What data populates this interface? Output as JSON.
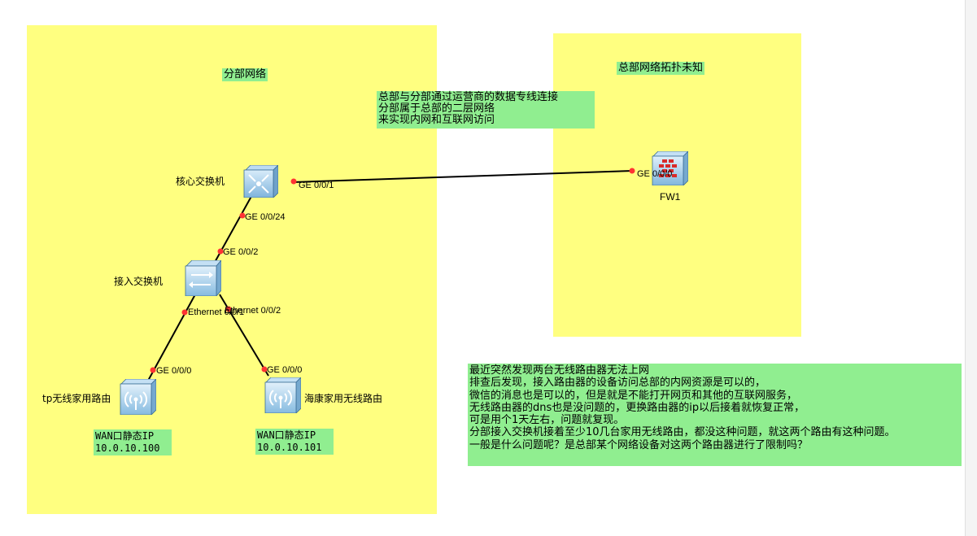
{
  "zones": {
    "branch_title": "分部网络",
    "hq_title": "总部网络拓扑未知"
  },
  "notes": {
    "link_note": "总部与分部通过运营商的数据专线连接\n分部属于总部的二层网络\n来实现内网和互联网访问",
    "problem_note": "最近突然发现两台无线路由器无法上网\n排查后发现，接入路由器的设备访问总部的内网资源是可以的，\n微信的消息也是可以的，但是就是不能打开网页和其他的互联网服务，\n无线路由器的dns也是没问题的，更换路由器的ip以后接着就恢复正常，\n可是用个1天左右，问题就复现。\n分部接入交换机接着至少10几台家用无线路由，都没这种问题，就这两个路由有这种问题。\n一般是什么问题呢？是总部某个网络设备对这两个路由器进行了限制吗？"
  },
  "devices": {
    "core_switch": "核心交换机",
    "access_switch": "接入交换机",
    "fw1": "FW1",
    "tp_router": "tp无线家用路由",
    "hik_router": "海康家用无线路由"
  },
  "ports": {
    "core_ge001": "GE 0/0/1",
    "core_ge0024": "GE 0/0/24",
    "fw_ge000": "GE 0/0/0",
    "access_ge002": "GE 0/0/2",
    "access_eth1": "Ethernet 0/0/1",
    "access_eth2": "Ethernet 0/0/2",
    "tp_ge000": "GE 0/0/0",
    "hik_ge000": "GE 0/0/0"
  },
  "ip_notes": {
    "tp": "WAN口静态IP\n10.0.10.100",
    "hik": "WAN口静态IP\n10.0.10.101"
  },
  "colors": {
    "zone": "#ffff80",
    "note": "#90ee90",
    "port_dot": "#ff3333",
    "device": "#9ec9ea"
  }
}
